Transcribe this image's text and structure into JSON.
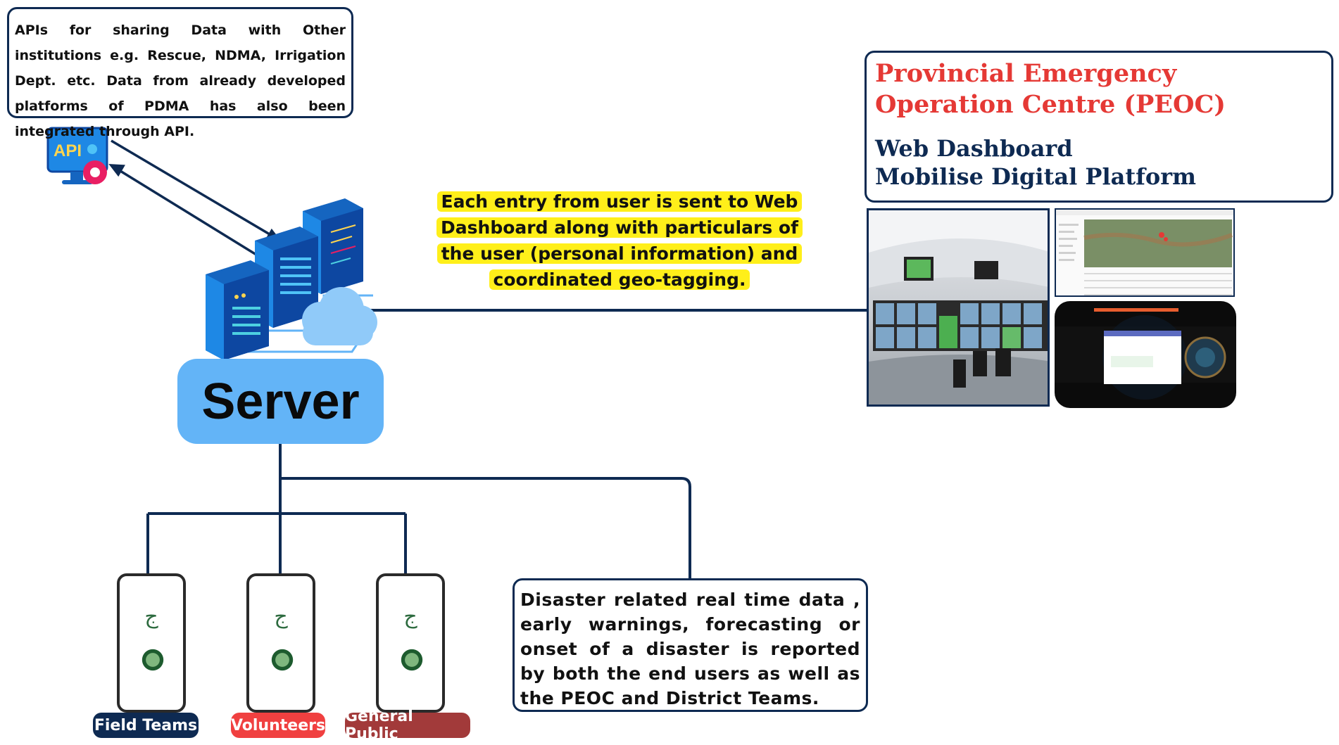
{
  "api_box": {
    "text": "APIs for sharing Data with Other institutions e.g. Rescue, NDMA, Irrigation Dept. etc. Data from already developed platforms of PDMA has also been integrated through API."
  },
  "api_icon": {
    "label": "API"
  },
  "note": {
    "text": "Each entry from user is sent to Web Dashboard along with particulars of the user (personal information) and coordinated geo-tagging."
  },
  "peoc": {
    "title": "Provincial Emergency Operation Centre (PEOC)",
    "subtitle_1": "Web Dashboard",
    "subtitle_2": "Mobilise Digital Platform"
  },
  "server": {
    "label": "Server"
  },
  "disaster_box": {
    "text": "Disaster related real time data , early warnings, forecasting or onset of a disaster is reported by both the end users as well as the PEOC and District Teams."
  },
  "user_groups": [
    {
      "label": "Field Teams"
    },
    {
      "label": "Volunteers"
    },
    {
      "label": "General Public"
    }
  ],
  "colors": {
    "navy": "#0e2a52",
    "red": "#e53935",
    "highlight": "#ffef1a",
    "server_blue": "#63b4f7",
    "volunteers": "#f04040",
    "general_public": "#a23a3a"
  }
}
